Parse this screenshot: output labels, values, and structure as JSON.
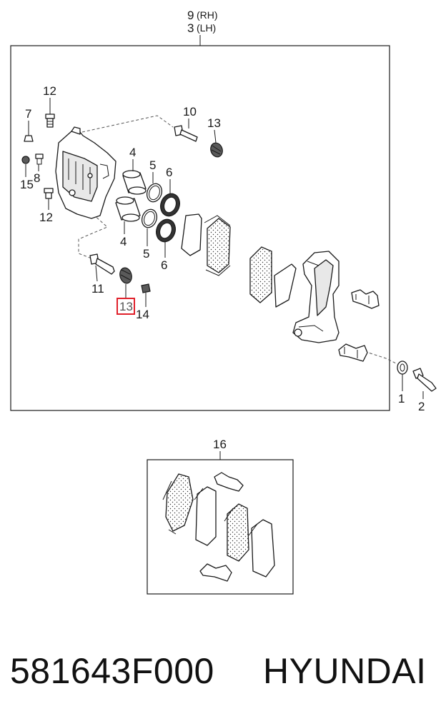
{
  "diagram": {
    "top_callout": {
      "line1_num": "9",
      "line1_tag": "(RH)",
      "line2_num": "3",
      "line2_tag": "(LH)"
    },
    "callouts": {
      "c1": "1",
      "c2": "2",
      "c4a": "4",
      "c4b": "4",
      "c5a": "5",
      "c5b": "5",
      "c6a": "6",
      "c6b": "6",
      "c7": "7",
      "c8": "8",
      "c10": "10",
      "c11": "11",
      "c12a": "12",
      "c12b": "12",
      "c13a": "13",
      "c13b": "13",
      "c14": "14",
      "c15": "15",
      "c16": "16"
    },
    "highlighted_callout": "13",
    "highlight_color": "#e0202a"
  },
  "footer": {
    "part_number": "581643F000",
    "brand": "HYUNDAI"
  }
}
